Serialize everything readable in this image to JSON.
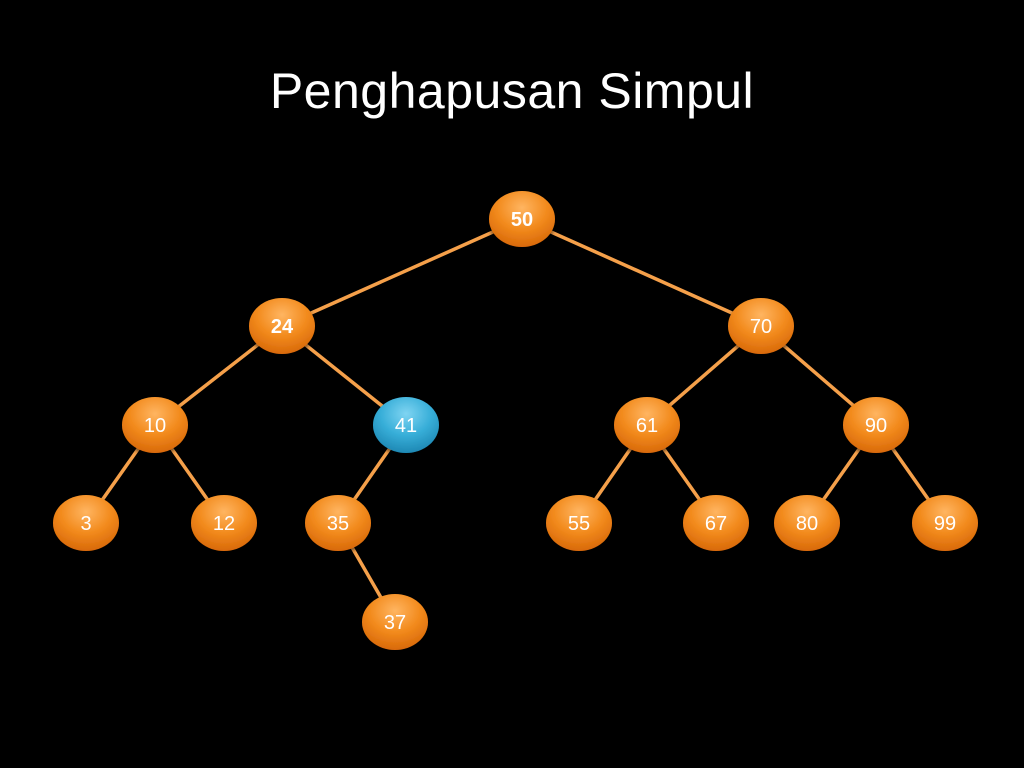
{
  "title": "Penghapusan Simpul",
  "colors": {
    "background": "#000000",
    "node_fill": "#f28a1c",
    "node_fill_light": "#ffb561",
    "node_fill_dark": "#d8690a",
    "highlight_fill": "#37aed8",
    "highlight_fill_light": "#7fd4f2",
    "highlight_fill_dark": "#1e88b4",
    "edge": "#f5a04a",
    "text": "#ffffff"
  },
  "tree": {
    "root": "50",
    "highlighted": [
      "41"
    ],
    "bold": [
      "50",
      "24"
    ],
    "nodes": [
      "50",
      "24",
      "70",
      "10",
      "41",
      "61",
      "90",
      "3",
      "12",
      "35",
      "55",
      "67",
      "80",
      "99",
      "37"
    ],
    "edges": [
      [
        "50",
        "24"
      ],
      [
        "50",
        "70"
      ],
      [
        "24",
        "10"
      ],
      [
        "24",
        "41"
      ],
      [
        "70",
        "61"
      ],
      [
        "70",
        "90"
      ],
      [
        "10",
        "3"
      ],
      [
        "10",
        "12"
      ],
      [
        "41",
        "35"
      ],
      [
        "61",
        "55"
      ],
      [
        "61",
        "67"
      ],
      [
        "90",
        "80"
      ],
      [
        "90",
        "99"
      ],
      [
        "35",
        "37"
      ]
    ]
  }
}
